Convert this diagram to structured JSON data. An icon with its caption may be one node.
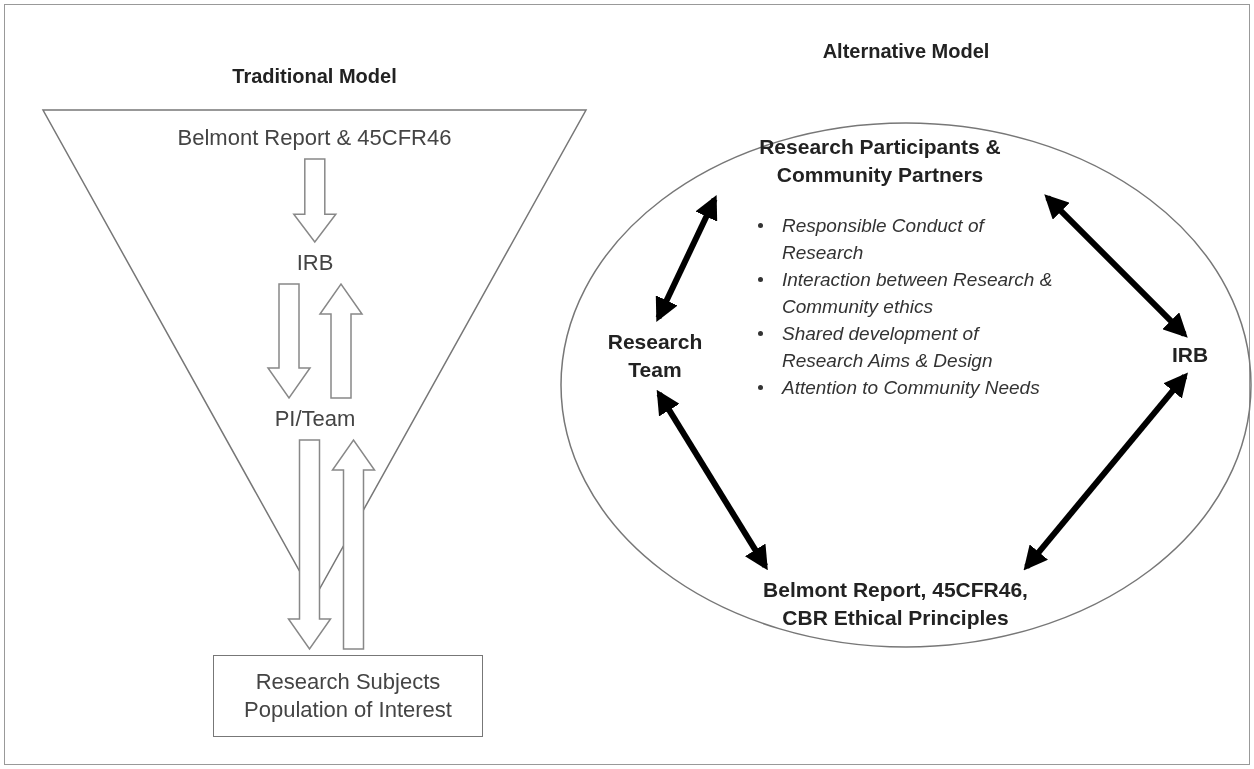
{
  "diagram": {
    "nodes": [
      {
        "text": [
          "Traditional Model"
        ]
      },
      {
        "text": [
          "Belmont Report & 45CFR46"
        ],
        "in": 0
      },
      {
        "text": [
          "IRB"
        ],
        "in": 0
      },
      {
        "text": [
          "PI/Team"
        ],
        "in": 0
      },
      {
        "text": [
          "Research Subjects Population of Interest"
        ]
      },
      {
        "text": [
          "Alternative Model"
        ]
      },
      {
        "text": [
          "Research Participants & Community Partners"
        ],
        "in": 5
      },
      {
        "text": [
          "Research Team"
        ],
        "in": 5
      },
      {
        "text": [
          "IRB"
        ],
        "in": 5
      },
      {
        "text": [
          "Belmont Report, 45CFR46, CBR Ethical Principles"
        ],
        "in": 5
      }
    ],
    "edges": [
      {
        "from": 1,
        "to": 2,
        "arrow": "to"
      },
      {
        "from": 2,
        "to": 3,
        "arrow": "to"
      },
      {
        "from": 3,
        "to": 2,
        "arrow": "to"
      },
      {
        "from": 3,
        "to": 4,
        "arrow": "to"
      },
      {
        "from": 4,
        "to": 3,
        "arrow": "to"
      },
      {
        "from": 6,
        "to": 7,
        "arrow": "both"
      },
      {
        "from": 6,
        "to": 8,
        "arrow": "both"
      },
      {
        "from": 7,
        "to": 9,
        "arrow": "both"
      },
      {
        "from": 8,
        "to": 9,
        "arrow": "both"
      }
    ],
    "labels": [
      "Responsible Conduct of Research",
      "Interaction between Research & Community ethics",
      "Shared development of Research Aims & Design",
      "Attention to Community Needs"
    ]
  }
}
